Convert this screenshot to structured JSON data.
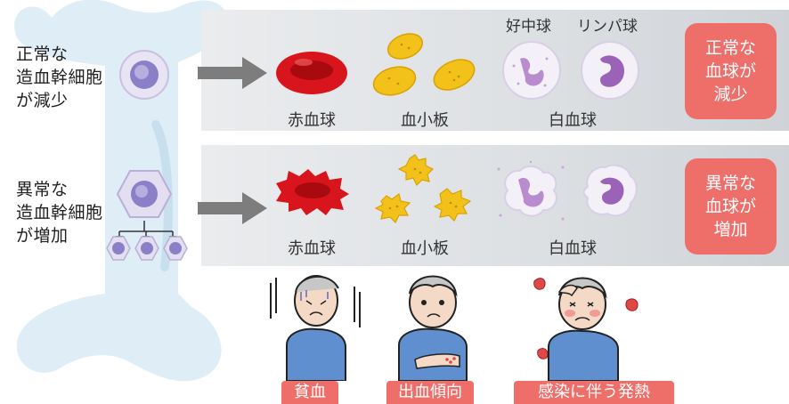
{
  "stem_cells": {
    "normal_label": "正常な\n造血幹細胞\nが減少",
    "abnormal_label": "異常な\n造血幹細胞\nが増加"
  },
  "normal_row": {
    "red_cells": "赤血球",
    "platelets": "血小板",
    "white_cells": "白血球",
    "neutrophil": "好中球",
    "lymphocyte": "リンパ球",
    "state": "正常な\n血球が\n減少"
  },
  "abnormal_row": {
    "red_cells": "赤血球",
    "platelets": "血小板",
    "white_cells": "白血球",
    "state": "異常な\n血球が\n増加"
  },
  "symptoms": {
    "anemia": "貧血",
    "bleeding": "出血傾向",
    "fever": "感染に伴う発熱"
  },
  "colors": {
    "accent": "#ee6e6a",
    "bone": "#dfeef6",
    "red_cell": "#d8151c",
    "platelet": "#f2c21a",
    "white_cell": "#9b63b8"
  }
}
